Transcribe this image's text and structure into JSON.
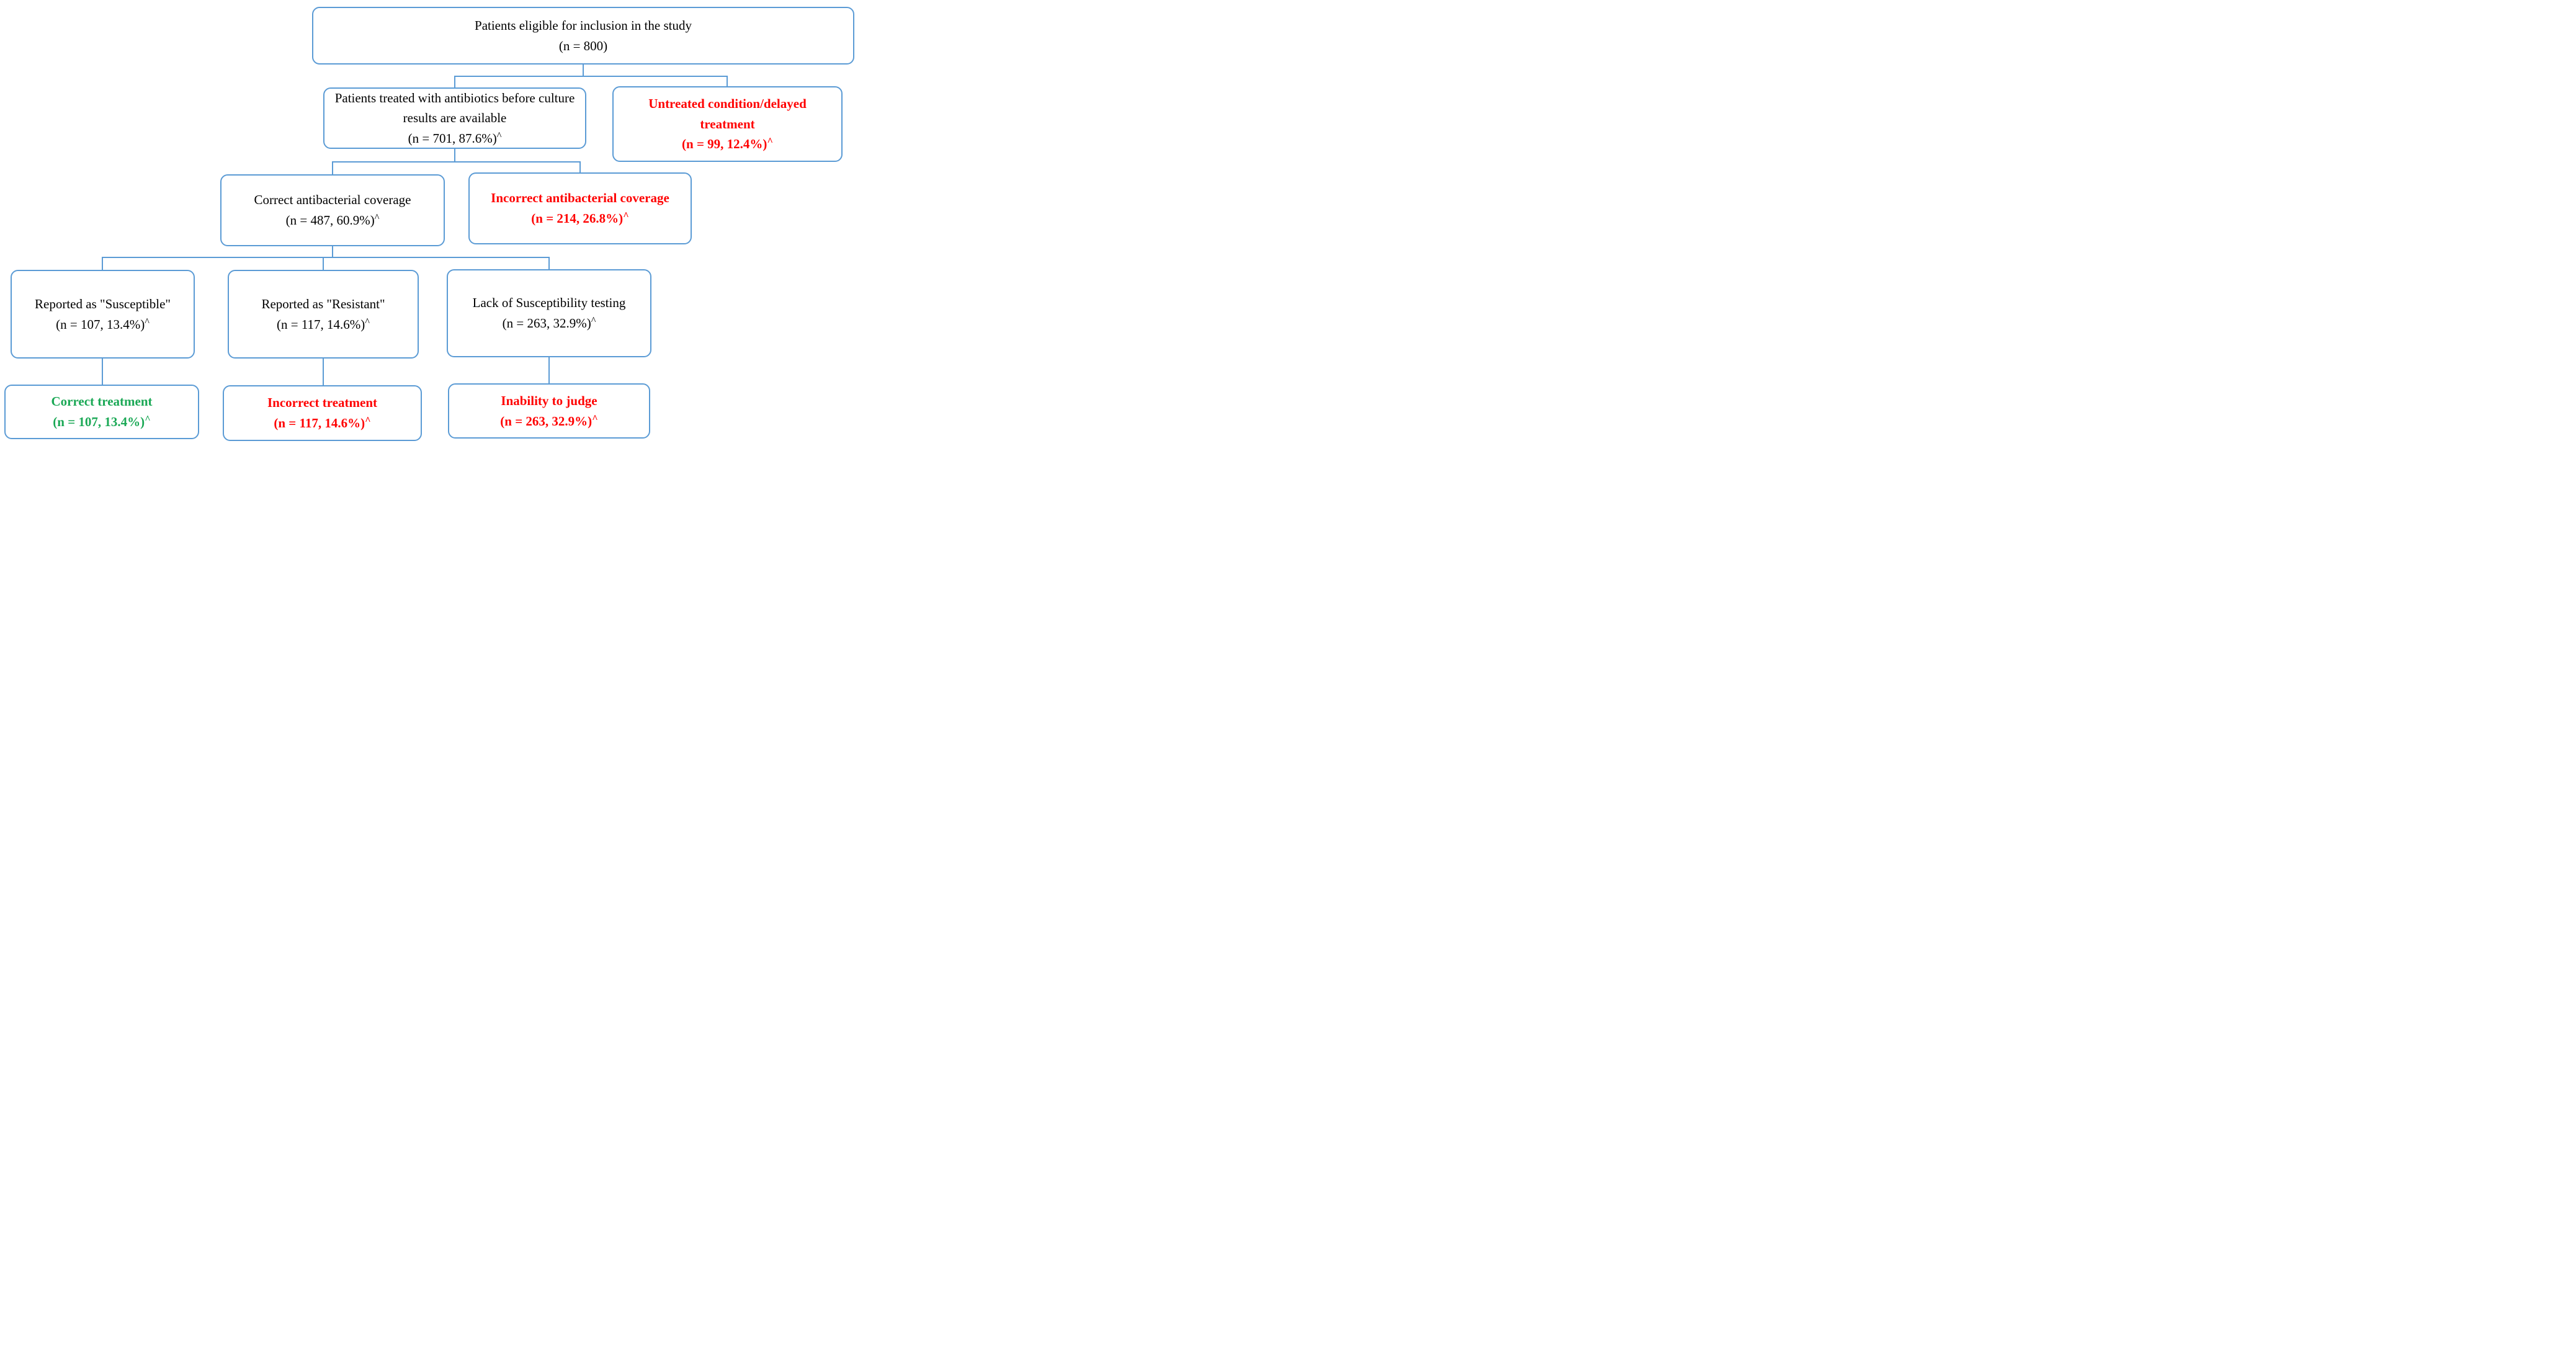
{
  "diagram": {
    "type": "flowchart",
    "description": "Patient flow diagram: antibiotic treatment before culture results, coverage correctness and susceptibility reporting outcomes"
  },
  "colors": {
    "box_border": "#5B9BD5",
    "connector": "#5B9BD5",
    "text_default": "#000000",
    "text_alert": "#FF0000",
    "text_success": "#1AA855"
  },
  "nodes": {
    "eligible": {
      "label": "Patients eligible for inclusion in the study",
      "stat": "(n = 800)",
      "caret": "",
      "color": "#000000"
    },
    "treated": {
      "label": "Patients treated with antibiotics before culture results are available",
      "stat": "(n = 701, 87.6%)",
      "caret": "^",
      "color": "#000000"
    },
    "untreated": {
      "label": "Untreated condition/delayed treatment",
      "stat": "(n = 99, 12.4%)",
      "caret": "^",
      "color": "#FF0000"
    },
    "correct_coverage": {
      "label": "Correct antibacterial coverage",
      "stat": "(n = 487, 60.9%)",
      "caret": "^",
      "color": "#000000"
    },
    "incorrect_coverage": {
      "label": "Incorrect antibacterial coverage",
      "stat": "(n = 214, 26.8%)",
      "caret": "^",
      "color": "#FF0000"
    },
    "susceptible": {
      "label": "Reported as \"Susceptible\"",
      "stat": "(n = 107, 13.4%)",
      "caret": "^",
      "color": "#000000"
    },
    "resistant": {
      "label": "Reported as \"Resistant\"",
      "stat": "(n = 117, 14.6%)",
      "caret": "^",
      "color": "#000000"
    },
    "no_testing": {
      "label": "Lack of Susceptibility testing",
      "stat": "(n = 263, 32.9%)",
      "caret": "^",
      "color": "#000000"
    },
    "correct_treatment": {
      "label": "Correct treatment",
      "stat": "(n = 107, 13.4%)",
      "caret": "^",
      "color": "#1AA855"
    },
    "incorrect_treatment": {
      "label": "Incorrect treatment",
      "stat": "(n = 117, 14.6%)",
      "caret": "^",
      "color": "#FF0000"
    },
    "inability": {
      "label": "Inability to judge",
      "stat": "(n = 263, 32.9%)",
      "caret": "^",
      "color": "#FF0000"
    }
  },
  "edges": [
    [
      "eligible",
      "treated"
    ],
    [
      "eligible",
      "untreated"
    ],
    [
      "treated",
      "correct_coverage"
    ],
    [
      "treated",
      "incorrect_coverage"
    ],
    [
      "correct_coverage",
      "susceptible"
    ],
    [
      "correct_coverage",
      "resistant"
    ],
    [
      "correct_coverage",
      "no_testing"
    ],
    [
      "susceptible",
      "correct_treatment"
    ],
    [
      "resistant",
      "incorrect_treatment"
    ],
    [
      "no_testing",
      "inability"
    ]
  ]
}
